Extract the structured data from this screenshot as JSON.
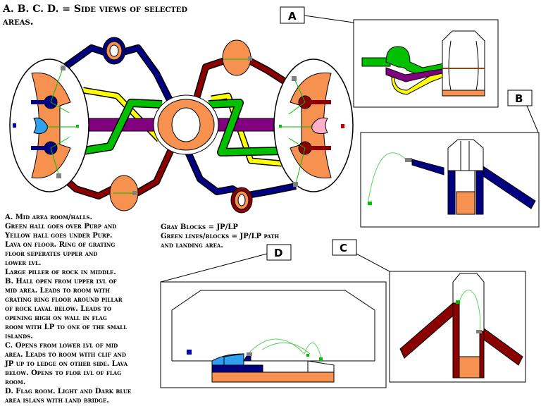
{
  "title": [
    "A. B. C. D. = Side views of selected",
    "areas."
  ],
  "legend": [
    "Gray Blocks = JP/LP",
    "Green lines/blocks = JP/LP path",
    "and landing area."
  ],
  "notes": [
    "A. Mid area room/halls.",
    "Green hall goes over Purp and",
    "Yellow hall goes under Purp.",
    "Lava on floor. Ring of grating",
    "floor seperates upper and",
    "lower lvl.",
    "Large piller of rock in middle.",
    "B. Hall open from upper lvl of",
    "mid area. Leads to room with",
    "grating ring floor around pillar",
    "of rock laval below. Leads to",
    "opening high on wall in flag",
    "room with LP to one of the small",
    "islands.",
    "C. Opens from lower lvl of mid",
    "area. Leads to room with clif and",
    "JP up to ledge on other side. Lava",
    "below. Opens to flor lvl of flag",
    "room.",
    "D. Flag room. Light and Dark blue",
    "area islans with land bridge."
  ],
  "panel_labels": {
    "a": "A",
    "b": "B",
    "c": "C",
    "d": "D"
  },
  "colors": {
    "lava": "#f79150",
    "red": "#8b0000",
    "blue": "#000080",
    "green": "#00c000",
    "yellow": "#ffff00",
    "purple": "#800080",
    "pink": "#ffb0c8",
    "lightblue": "#30a0f0",
    "gray": "#808080",
    "path_green": "#60d060"
  }
}
